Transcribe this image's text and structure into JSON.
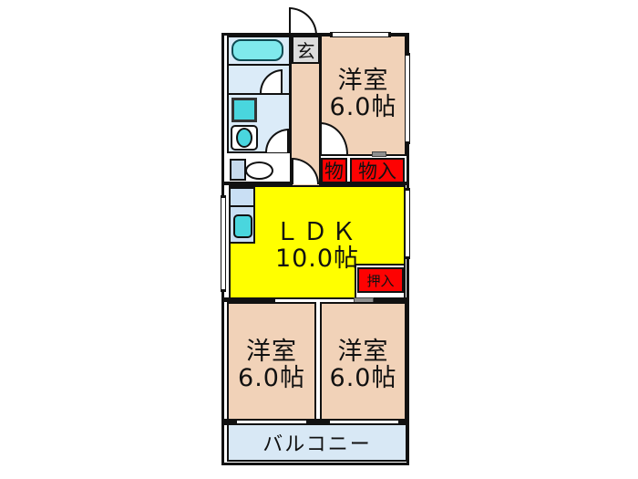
{
  "fp": {
    "entrance_label": "玄",
    "rooms": {
      "top": {
        "name": "洋室",
        "size": "6.0帖"
      },
      "ldk": {
        "name": "ＬＤＫ",
        "size": "10.0帖"
      },
      "bottom_left": {
        "name": "洋室",
        "size": "6.0帖"
      },
      "bottom_right": {
        "name": "洋室",
        "size": "6.0帖"
      }
    },
    "balcony_label": "バルコニー",
    "storage": {
      "mono": "物",
      "monoiri": "物入",
      "oshiire": "押入"
    },
    "fixtures": [
      "bathtub-icon",
      "washing-machine-icon",
      "washbasin-icon",
      "toilet-icon",
      "kitchen-sink-icon",
      "door-swing-icon"
    ],
    "colors": {
      "room_peach": "#F1D2B8",
      "ldk_yellow": "#FFFF00",
      "closet_red": "#FD0202",
      "water_blue": "#DBEBF8",
      "balcony_blue": "#D8E8F5",
      "entrance_gray": "#DCDCDC",
      "fixture_cyan": "#49D6DE",
      "wall_black": "#111111"
    }
  }
}
